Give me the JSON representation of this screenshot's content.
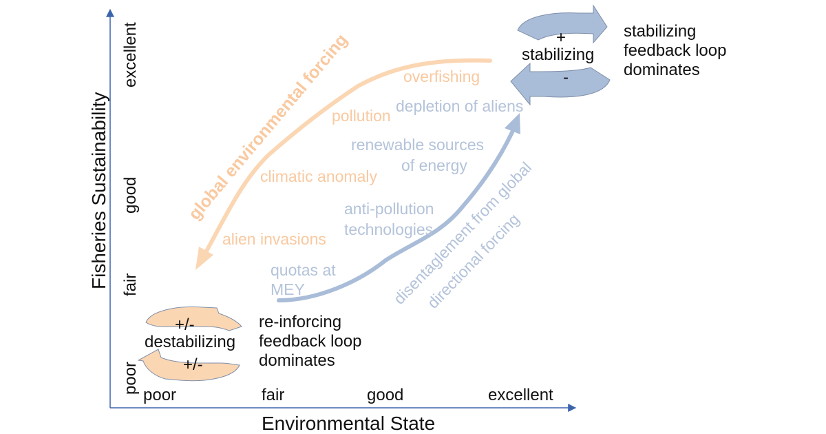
{
  "axes": {
    "x_title": "Environmental State",
    "y_title": "Fisheries Sustainability",
    "x_ticks": [
      "poor",
      "fair",
      "good",
      "excellent"
    ],
    "y_ticks": [
      "poor",
      "fair",
      "good",
      "excellent"
    ]
  },
  "loops": {
    "destabilizing": {
      "sign_top": "+/-",
      "label": "destabilizing",
      "sign_bottom": "+/-",
      "caption_lines": [
        "re-inforcing",
        "feedback loop",
        "dominates"
      ]
    },
    "stabilizing": {
      "sign_top": "+",
      "label": "stabilizing",
      "sign_bottom": "-",
      "caption_lines": [
        "stabilizing",
        "feedback loop",
        "dominates"
      ]
    }
  },
  "degradation_path": {
    "title": "global environmental forcing",
    "drivers": [
      "overfishing",
      "pollution",
      "climatic anomaly",
      "alien invasions"
    ]
  },
  "recovery_path": {
    "title_lines": [
      "disentaglement from global",
      "directional forcing"
    ],
    "measures": [
      [
        "depletion of aliens"
      ],
      [
        "renewable sources",
        "of energy"
      ],
      [
        "anti-pollution",
        "technologies"
      ],
      [
        "quotas at",
        "MEY"
      ]
    ]
  },
  "colors": {
    "orange_arrow": "#fbd6b3",
    "orange_text": "#f9c9a0",
    "blue_arrow": "#a9bcd8",
    "blue_text": "#b4c3da",
    "axis": "#3b64ad",
    "loop_edge": "#7f8fa8"
  }
}
